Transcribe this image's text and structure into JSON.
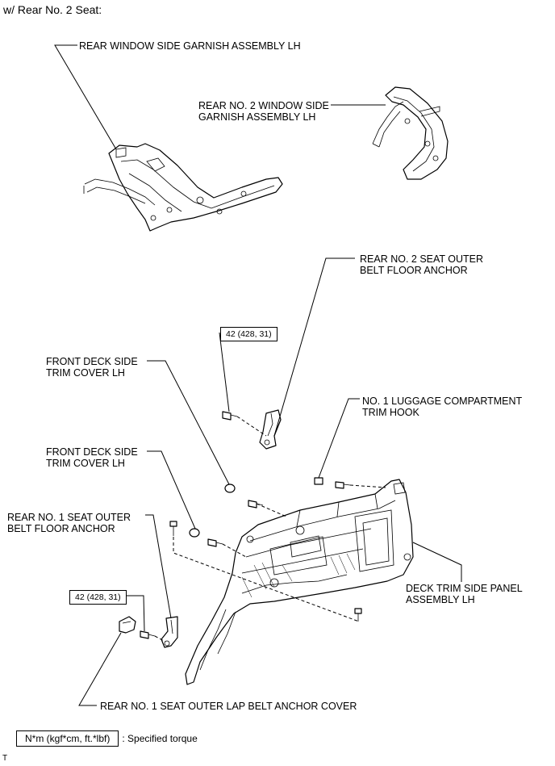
{
  "heading": "w/ Rear No. 2 Seat:",
  "labels": {
    "rear_window_side_garnish": "REAR WINDOW SIDE GARNISH ASSEMBLY LH",
    "rear_no2_window_side_garnish": "REAR NO. 2 WINDOW SIDE\nGARNISH ASSEMBLY LH",
    "rear_no2_seat_outer_belt_anchor": "REAR NO. 2 SEAT OUTER\nBELT FLOOR ANCHOR",
    "front_deck_side_trim_cover_1": "FRONT DECK SIDE\nTRIM COVER LH",
    "luggage_trim_hook": "NO. 1 LUGGAGE COMPARTMENT\nTRIM HOOK",
    "front_deck_side_trim_cover_2": "FRONT DECK SIDE\nTRIM COVER LH",
    "rear_no1_seat_outer_belt_anchor": "REAR NO. 1 SEAT OUTER\nBELT FLOOR ANCHOR",
    "deck_trim_side_panel": "DECK TRIM SIDE PANEL\nASSEMBLY LH",
    "lap_belt_anchor_cover": "REAR NO. 1 SEAT OUTER LAP BELT ANCHOR COVER"
  },
  "torque_values": {
    "upper": "42 (428, 31)",
    "lower": "42 (428, 31)"
  },
  "legend": {
    "key": "N*m (kgf*cm, ft.*lbf)",
    "description": ": Specified torque"
  },
  "figure_code": "T"
}
